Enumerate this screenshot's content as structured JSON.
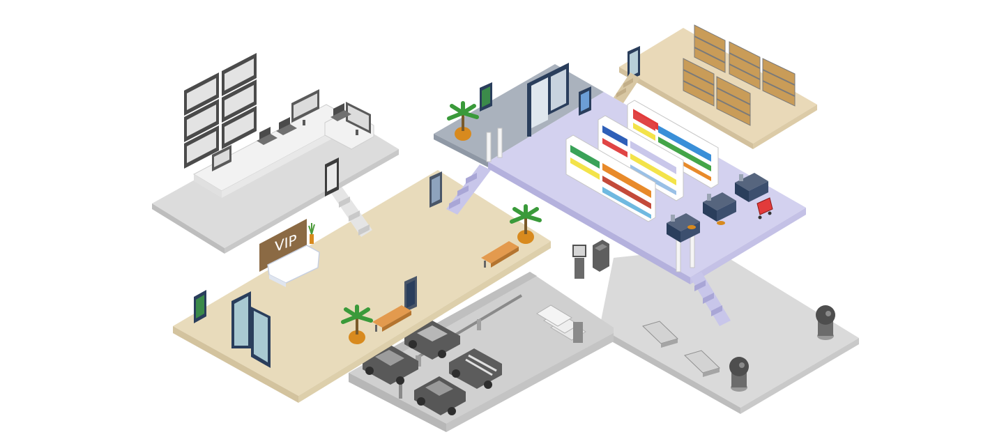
{
  "signage": {
    "vip_label": "VIP"
  },
  "colors": {
    "floor_beige": "#e7d9b9",
    "floor_beige_edge": "#cdbd98",
    "floor_grey": "#dcdcdc",
    "floor_grey_edge": "#b9b9b9",
    "floor_mid": "#cfcfcf",
    "floor_lavender": "#d2d0ee",
    "floor_lavender_edge": "#a9a6d6",
    "floor_slate": "#aab2bd",
    "warehouse": "#e9d9b8",
    "navy": "#2a3e5c",
    "glass": "#9fc2cc",
    "plant_green": "#3a9a3a",
    "pot_orange": "#d88a1e",
    "bench": "#e39a4e",
    "vip_wall": "#8b6a44"
  },
  "zones": [
    {
      "name": "monitoring-room"
    },
    {
      "name": "vip-lobby"
    },
    {
      "name": "retail-store"
    },
    {
      "name": "warehouse"
    },
    {
      "name": "parking-garage"
    },
    {
      "name": "outdoor-plaza"
    }
  ]
}
